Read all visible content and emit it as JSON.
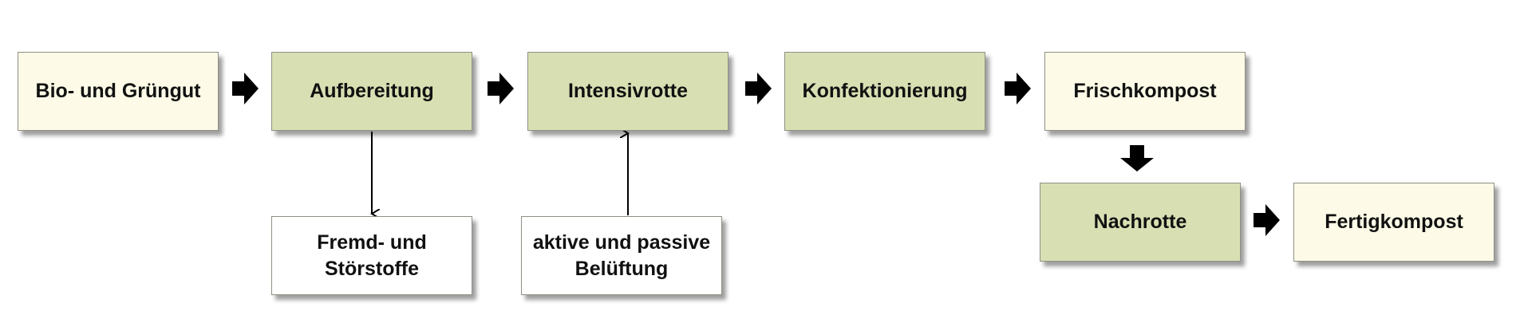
{
  "diagram": {
    "nodes": {
      "bio_gruengut": "Bio- und Grüngut",
      "aufbereitung": "Aufbereitung",
      "intensivrotte": "Intensivrotte",
      "konfektionierung": "Konfektionierung",
      "frischkompost": "Frischkompost",
      "nachrotte": "Nachrotte",
      "fertigkompost": "Fertigkompost",
      "fremd_stoerstoffe": "Fremd- und\nStörstoffe",
      "belueftung": "aktive und passive\nBelüftung"
    },
    "colors": {
      "input_output_fill": "#fdfbe7",
      "process_fill": "#d8e0b3",
      "side_fill": "#ffffff",
      "arrow": "#000000",
      "border": "#8f8f85"
    }
  }
}
